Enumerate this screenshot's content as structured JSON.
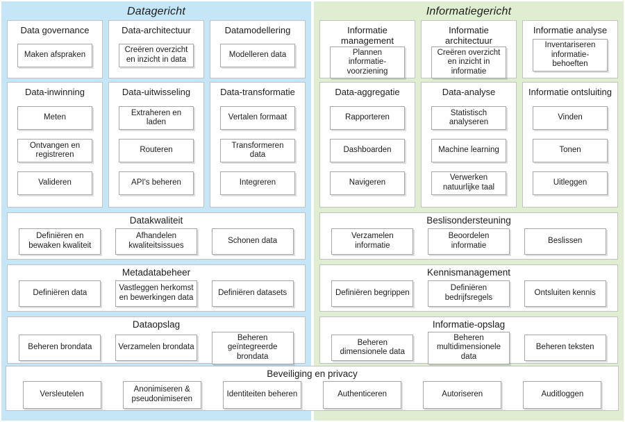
{
  "colors": {
    "data_panel_bg": "#c5e6f7",
    "info_panel_bg": "#dfedd0",
    "box_bg": "#ffffff",
    "box_border": "#c2c2c2",
    "item_border": "#a6a6a6"
  },
  "data_panel": {
    "title": "Datagericht",
    "groups_row1": [
      {
        "title": "Data governance",
        "items": [
          "Maken afspraken"
        ]
      },
      {
        "title": "Data-architectuur",
        "items": [
          "Creëren overzicht en inzicht in data"
        ]
      },
      {
        "title": "Datamodellering",
        "items": [
          "Modelleren data"
        ]
      }
    ],
    "groups_row2": [
      {
        "title": "Data-inwinning",
        "items": [
          "Meten",
          "Ontvangen en registreren",
          "Valideren"
        ]
      },
      {
        "title": "Data-uitwisseling",
        "items": [
          "Extraheren en laden",
          "Routeren",
          "API's beheren"
        ]
      },
      {
        "title": "Data-transformatie",
        "items": [
          "Vertalen formaat",
          "Transformeren data",
          "Integreren"
        ]
      }
    ],
    "bands": [
      {
        "title": "Datakwaliteit",
        "items": [
          "Definiëren en bewaken kwaliteit",
          "Afhandelen kwaliteitsissues",
          "Schonen data"
        ]
      },
      {
        "title": "Metadatabeheer",
        "items": [
          "Definiëren data",
          "Vastleggen herkomst en bewerkingen data",
          "Definiëren datasets"
        ]
      },
      {
        "title": "Dataopslag",
        "items": [
          "Beheren brondata",
          "Verzamelen brondata",
          "Beheren geïntegreerde brondata"
        ]
      }
    ]
  },
  "info_panel": {
    "title": "Informatiegericht",
    "groups_row1": [
      {
        "title": "Informatie management",
        "items": [
          "Plannen informatie-voorziening"
        ]
      },
      {
        "title": "Informatie architectuur",
        "items": [
          "Creëren overzicht en inzicht in informatie"
        ]
      },
      {
        "title": "Informatie analyse",
        "items": [
          "Inventariseren informatie-behoeften"
        ]
      }
    ],
    "groups_row2": [
      {
        "title": "Data-aggregatie",
        "items": [
          "Rapporteren",
          "Dashboarden",
          "Navigeren"
        ]
      },
      {
        "title": "Data-analyse",
        "items": [
          "Statistisch analyseren",
          "Machine learning",
          "Verwerken natuurlijke taal"
        ]
      },
      {
        "title": "Informatie ontsluiting",
        "items": [
          "Vinden",
          "Tonen",
          "Uitleggen"
        ]
      }
    ],
    "bands": [
      {
        "title": "Beslisondersteuning",
        "items": [
          "Verzamelen informatie",
          "Beoordelen informatie",
          "Beslissen"
        ]
      },
      {
        "title": "Kennismanagement",
        "items": [
          "Definiëren begrippen",
          "Definiëren bedrijfsregels",
          "Ontsluiten kennis"
        ]
      },
      {
        "title": "Informatie-opslag",
        "items": [
          "Beheren dimensionele data",
          "Beheren multidimensionele data",
          "Beheren teksten"
        ]
      }
    ]
  },
  "security_band": {
    "title": "Beveiliging en privacy",
    "items": [
      "Versleutelen",
      "Anonimiseren & pseudonimiseren",
      "Identiteiten beheren",
      "Authenticeren",
      "Autoriseren",
      "Auditloggen"
    ]
  }
}
